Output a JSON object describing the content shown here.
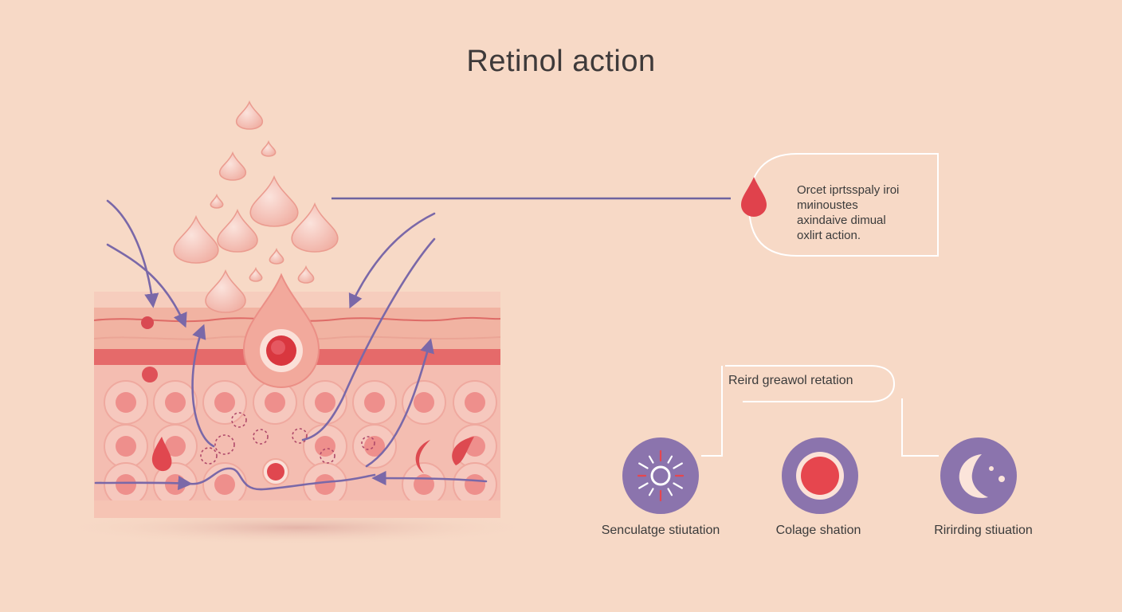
{
  "title": "Retinol action",
  "callout": {
    "lines": [
      "Orcet iprtsspaly iroi",
      "mиinoustes",
      "axindaive dimual",
      "oxlirt action."
    ]
  },
  "tree": {
    "root_label": "Reird greawol retation",
    "children": [
      {
        "label": "Senculatge stiutation",
        "icon": "sun-burst-icon",
        "color": "#8b74ad"
      },
      {
        "label": "Colage shation",
        "icon": "red-dot-icon",
        "color": "#8b74ad"
      },
      {
        "label": "Ririrding stiuation",
        "icon": "crescent-moon-icon",
        "color": "#8b74ad"
      }
    ]
  },
  "colors": {
    "background": "#f7d9c6",
    "arrow": "#7a68a8",
    "drop": "#f2b9ad",
    "red": "#e34a50",
    "skin_top": "#f4c3b2",
    "skin_band": "#e56a6a",
    "skin_cells": "#f3b4ac"
  }
}
